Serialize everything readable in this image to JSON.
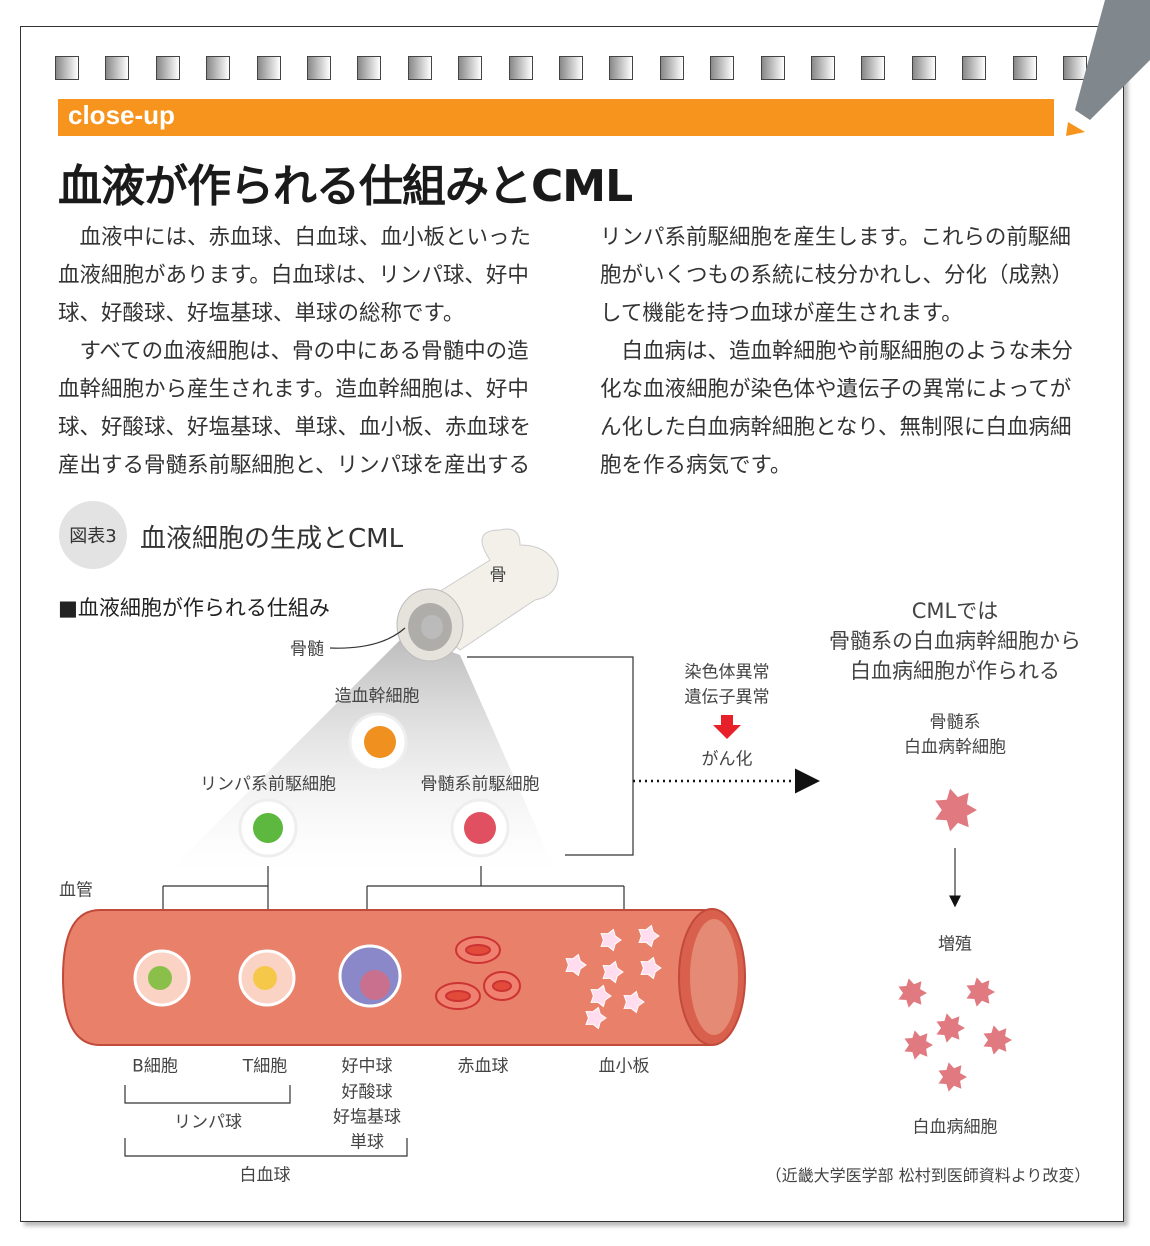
{
  "header": {
    "section_label": "close-up",
    "title": "血液が作られる仕組みとCML"
  },
  "body": {
    "left": [
      "血液中には、赤血球、白血球、血小板といった血液細胞があります。白血球は、リンパ球、好中球、好酸球、好塩基球、単球の総称です。",
      "すべての血液細胞は、骨の中にある骨髄中の造血幹細胞から産生されます。造血幹細胞は、好中球、好酸球、好塩基球、単球、血小板、赤血球を産出する骨髄系前駆細胞と、リンパ球を産出する"
    ],
    "right": [
      "リンパ系前駆細胞を産生します。これらの前駆細胞がいくつもの系統に枝分かれし、分化（成熟）して機能を持つ血球が産生されます。",
      "白血病は、造血幹細胞や前駆細胞のような未分化な血液細胞が染色体や遺伝子の異常によってがん化した白血病幹細胞となり、無制限に白血病細胞を作る病気です。"
    ]
  },
  "figure": {
    "badge": "図表3",
    "title": "血液細胞の生成とCML",
    "subtitle": "■血液細胞が作られる仕組み",
    "labels": {
      "bone": "骨",
      "marrow": "骨髄",
      "stem": "造血幹細胞",
      "lymphoid": "リンパ系前駆細胞",
      "myeloid": "骨髄系前駆細胞",
      "vessel": "血管",
      "b_cell": "B細胞",
      "t_cell": "T細胞",
      "granulocytes": [
        "好中球",
        "好酸球",
        "好塩基球",
        "単球"
      ],
      "rbc": "赤血球",
      "platelet": "血小板",
      "lymphocyte": "リンパ球",
      "wbc": "白血球"
    },
    "cml": {
      "abn1": "染色体異常",
      "abn2": "遺伝子異常",
      "cancer": "がん化",
      "head": [
        "CMLでは",
        "骨髄系の白血病幹細胞から",
        "白血病細胞が作られる"
      ],
      "stem1": "骨髄系",
      "stem2": "白血病幹細胞",
      "prolif": "増殖",
      "cells": "白血病細胞"
    },
    "source": "（近畿大学医学部 松村到医師資料より改変）"
  },
  "colors": {
    "accent": "#f7941d",
    "vessel": "#e8806a",
    "alert": "#e8202a"
  }
}
